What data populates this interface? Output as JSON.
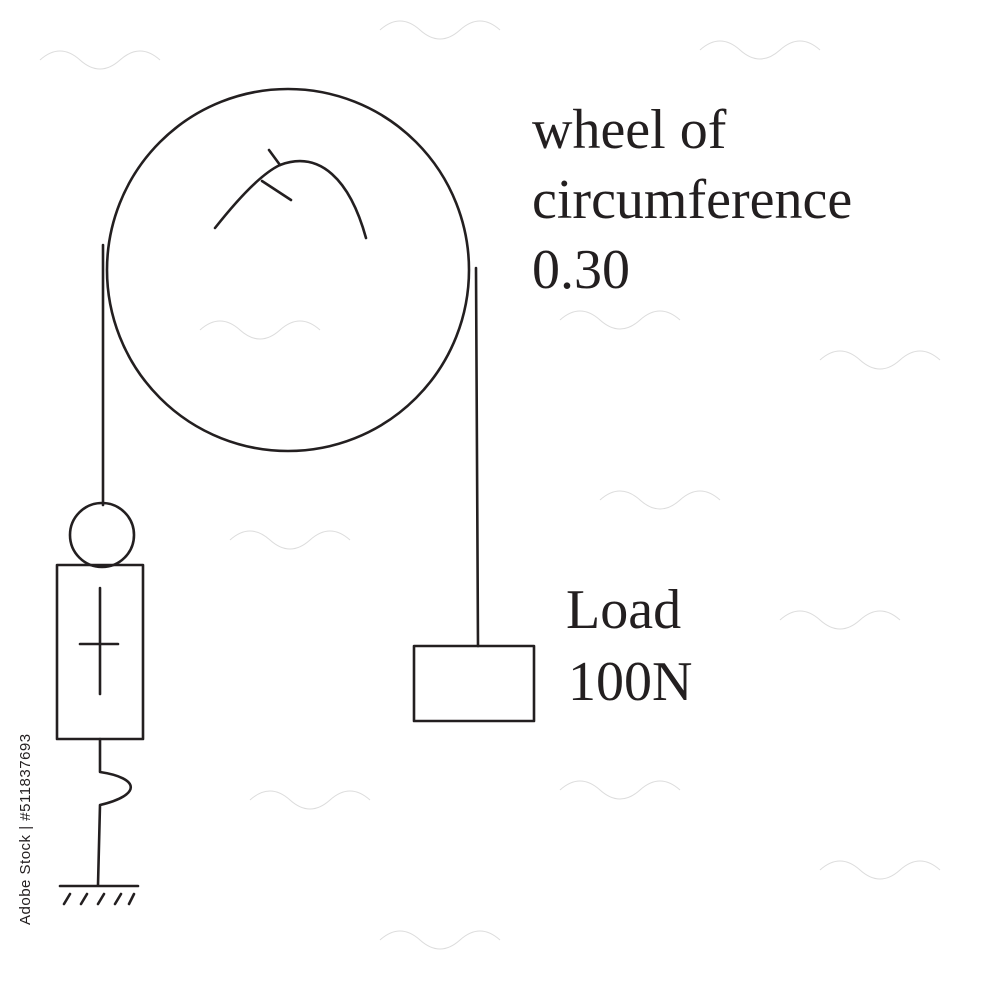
{
  "labels": {
    "wheel_line1": "wheel of",
    "wheel_line2": "circumference",
    "wheel_line3": "0.30",
    "load_line1": "Load",
    "load_line2": "100N"
  },
  "watermark": {
    "stock_id": "Adobe Stock | #511837693"
  },
  "colors": {
    "ink": "#231f20",
    "background": "#ffffff"
  }
}
